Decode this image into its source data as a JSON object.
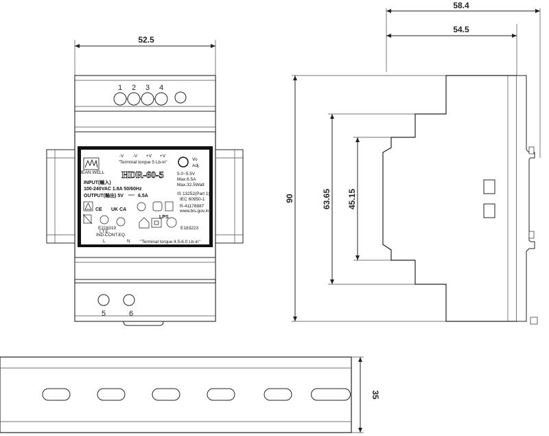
{
  "front_view": {
    "width_dim": "52.5",
    "top_terminals": [
      "1",
      "2",
      "3",
      "4"
    ],
    "bottom_terminals": [
      "5",
      "6"
    ],
    "label": {
      "brand": "MEAN WELL",
      "top_pins": [
        "-V",
        "-V",
        "+V",
        "+V"
      ],
      "torque_top": "\"Terminal torque 5 Lb-in\"",
      "model": "HDR-60-5",
      "vo_adj_1": "Vo",
      "vo_adj_2": "Adj.",
      "spec_range": "5.0~5.5V",
      "spec_max_a": "Max.6.5A",
      "spec_max_w": "Max.32.5Watt",
      "input_label": "INPUT(輸入)",
      "input_value": "100-240VAC  1.8A  50/60Hz",
      "output_label": "OUTPUT(輸出) 5V",
      "output_value": "6.5A",
      "std1": "IS 13252(Part 1)/",
      "std2": "IEC 60950-1",
      "reg": "R-41178887",
      "web": "www.bis.gov.in",
      "lps": "LPS",
      "ce": "CE",
      "ukca": "UK CA",
      "pin_l": "L",
      "pin_n": "N",
      "torque_bottom": "\"Terminal torque 4.5-6.0 Lb-in\"",
      "cert_e": "E183223",
      "cert_ul": "E216319",
      "ite": "I.T.E.",
      "ind": "IND.CONT.EQ."
    }
  },
  "side_view": {
    "depth_overall": "58.4",
    "depth_body": "54.5",
    "height": "90",
    "inner_height_1": "63.65",
    "inner_height_2": "45.15"
  },
  "rail_view": {
    "rail_height": "35"
  }
}
